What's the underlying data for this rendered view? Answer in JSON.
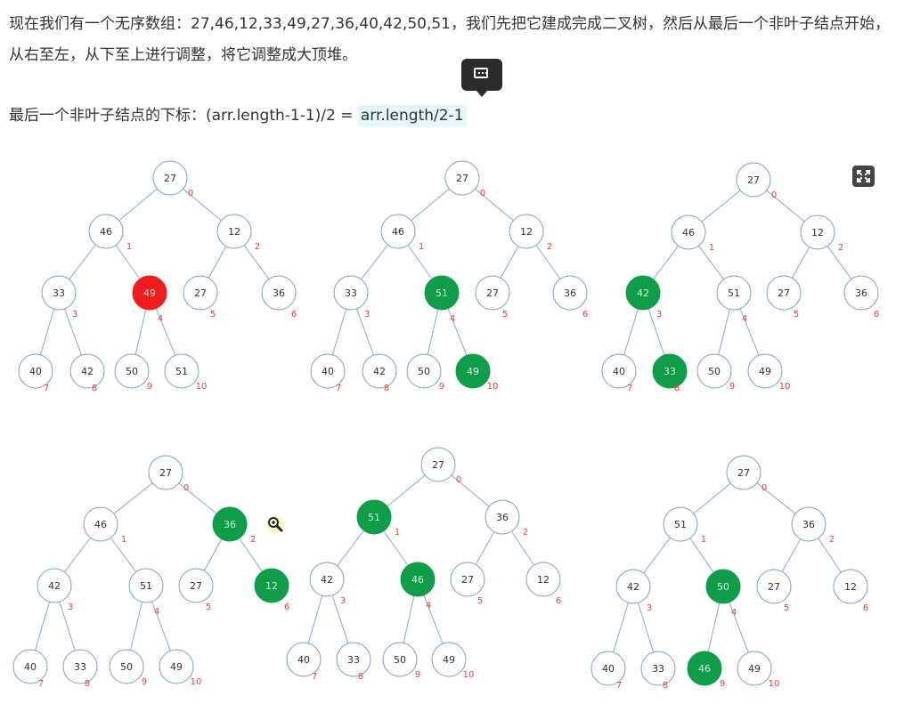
{
  "intro_line": "现在我们有一个无序数组：27,46,12,33,49,27,36,40,42,50,51，我们先把它建成完成二叉树，然后从最后一个非叶子结点开始，从右至左，从下至上进行调整，将它调整成大顶堆。",
  "formula": {
    "prefix": "最后一个非叶子结点的下标：(arr.length-1-1)/2 = ",
    "highlight": "arr.length/2-1"
  },
  "icons": {
    "tooltip": "comment-icon",
    "expand": "expand-icon",
    "zoom": "zoom-in-icon"
  },
  "colors": {
    "swap_green": "#0f9d4a",
    "current_red": "#ee1c1c",
    "index_red": "#e8403a",
    "edge_blue": "#8aaacd",
    "node_border": "#7aa0c4"
  },
  "trees": [
    {
      "values": [
        27,
        46,
        12,
        33,
        49,
        27,
        36,
        40,
        42,
        50,
        51
      ],
      "highlight": {
        "4": "red"
      }
    },
    {
      "values": [
        27,
        46,
        12,
        33,
        51,
        27,
        36,
        40,
        42,
        50,
        49
      ],
      "highlight": {
        "4": "green",
        "10": "green"
      }
    },
    {
      "values": [
        27,
        46,
        12,
        42,
        51,
        27,
        36,
        40,
        33,
        50,
        49
      ],
      "highlight": {
        "3": "green",
        "8": "green"
      }
    },
    {
      "values": [
        27,
        46,
        36,
        42,
        51,
        27,
        12,
        40,
        33,
        50,
        49
      ],
      "highlight": {
        "2": "green",
        "6": "green"
      }
    },
    {
      "values": [
        27,
        51,
        36,
        42,
        46,
        27,
        12,
        40,
        33,
        50,
        49
      ],
      "highlight": {
        "1": "green",
        "4": "green"
      }
    },
    {
      "values": [
        27,
        51,
        36,
        42,
        50,
        27,
        12,
        40,
        33,
        46,
        49
      ],
      "highlight": {
        "4": "green",
        "9": "green"
      }
    }
  ],
  "index_labels": [
    "0",
    "1",
    "2",
    "3",
    "4",
    "5",
    "6",
    "7",
    "8",
    "9",
    "10"
  ]
}
